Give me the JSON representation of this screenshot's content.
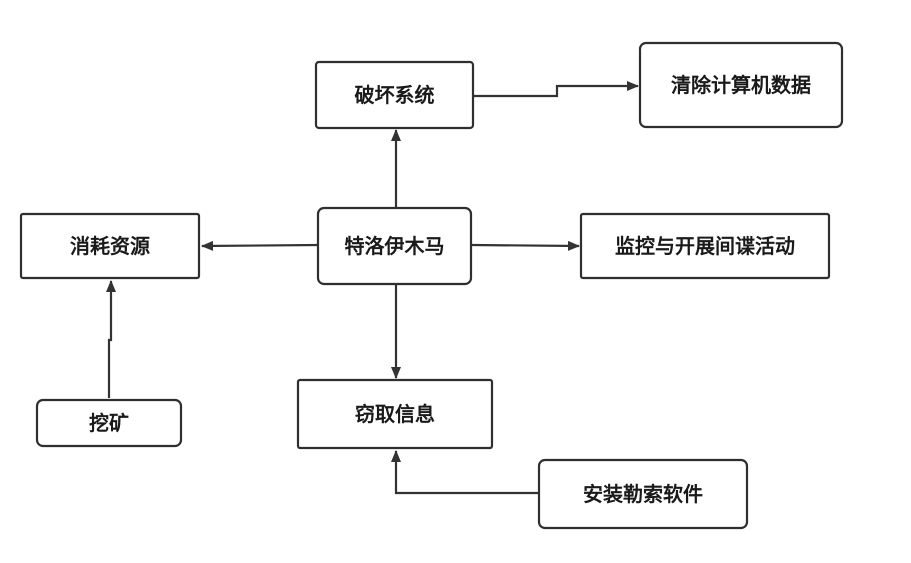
{
  "nodes": {
    "trojan": "特洛伊木马",
    "destroy_system": "破坏系统",
    "clear_data": "清除计算机数据",
    "consume_resources": "消耗资源",
    "mining": "挖矿",
    "monitor_spy": "监控与开展间谍活动",
    "steal_info": "窃取信息",
    "install_ransomware": "安装勒索软件"
  }
}
